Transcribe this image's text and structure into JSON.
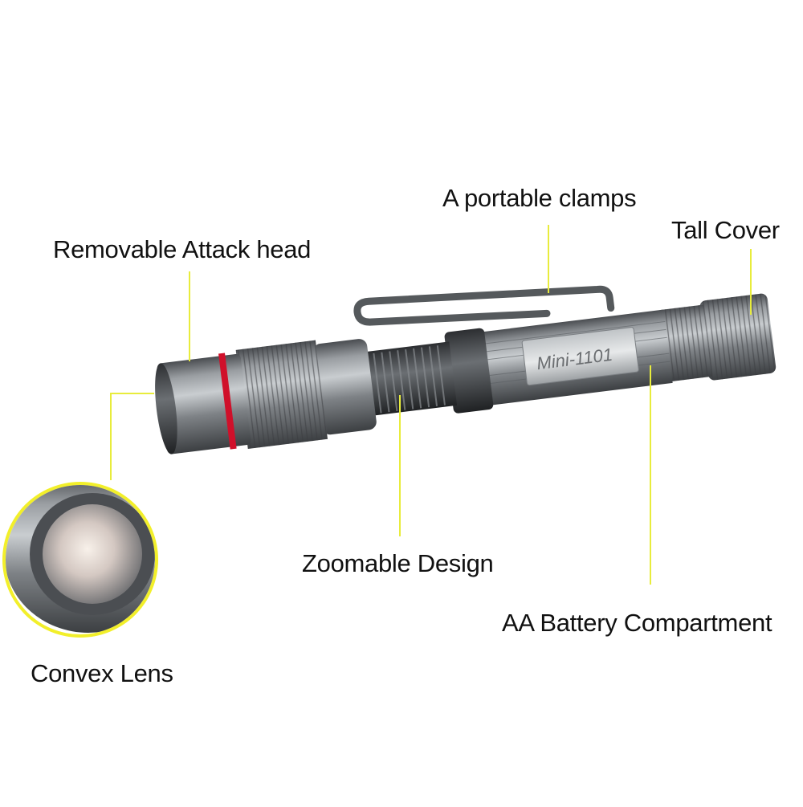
{
  "labels": {
    "removable_attack_head": "Removable Attack head",
    "portable_clamps": "A portable clamps",
    "tall_cover": "Tall Cover",
    "zoomable_design": "Zoomable Design",
    "battery_compartment": "AA Battery Compartment",
    "convex_lens": "Convex Lens"
  },
  "model_engraving": "Mini-1101",
  "colors": {
    "leader_line": "#e8ec3c",
    "lens_circle_ring": "#f2ef2a",
    "body_metal": "#6f7377",
    "accent_ring": "#d0102a",
    "text": "#111111"
  }
}
